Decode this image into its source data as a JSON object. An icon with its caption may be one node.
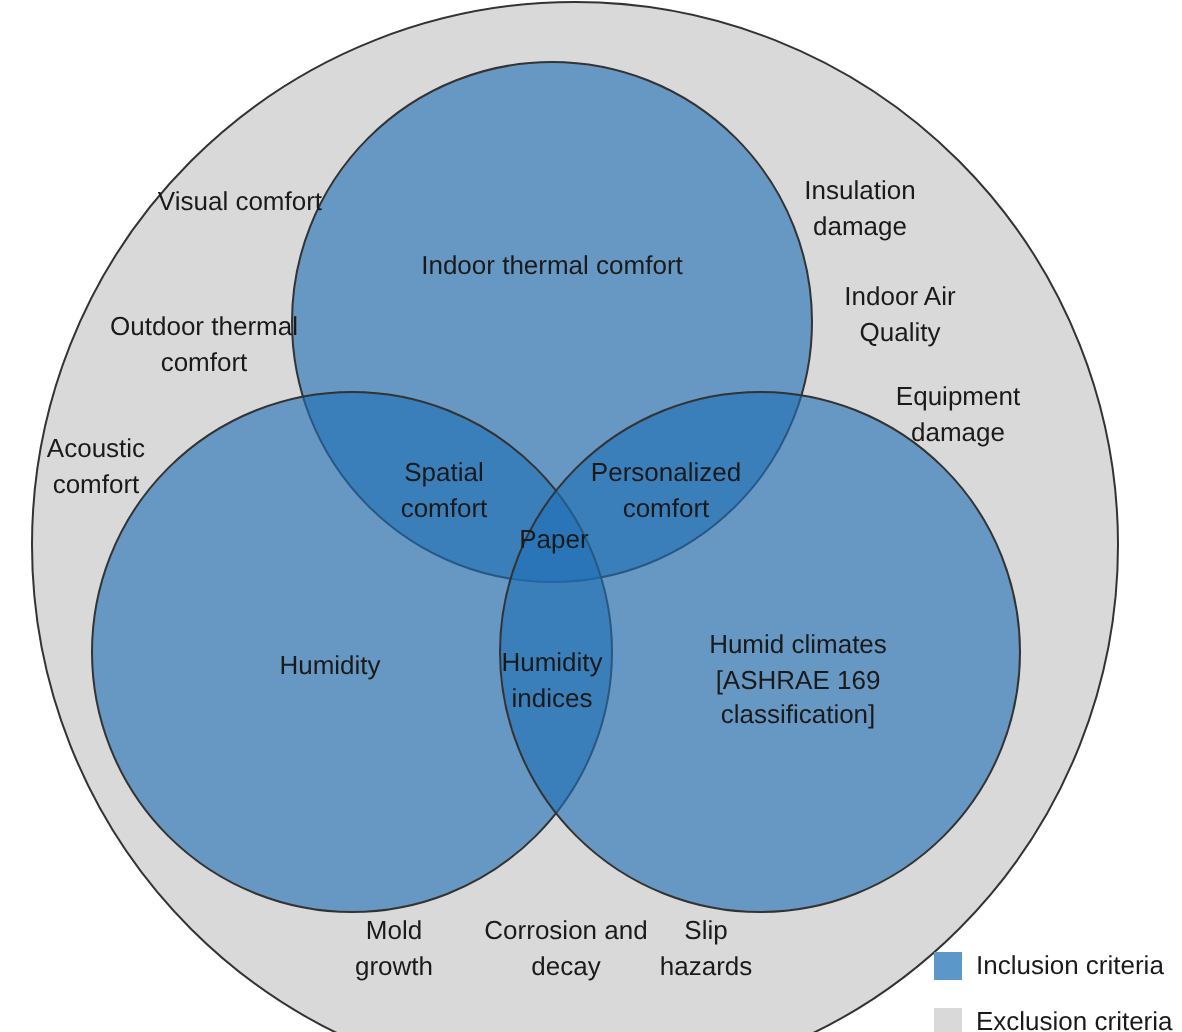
{
  "diagram": {
    "nodes": [
      {
        "text": [],
        "shape": "circle"
      },
      {
        "text": [
          "Indoor thermal comfort"
        ],
        "in": 0
      },
      {
        "text": [
          "Humidity"
        ],
        "in": 0
      },
      {
        "text": [
          "Humid climates [ASHRAE 169 classification]"
        ],
        "in": 0
      }
    ],
    "edges": [],
    "labels": [
      "Visual comfort",
      "Insulation damage",
      "Outdoor thermal comfort",
      "Indoor Air Quality",
      "Equipment damage",
      "Acoustic comfort",
      "Spatial comfort",
      "Personalized comfort",
      "Paper",
      "Humidity indices",
      "Mold growth",
      "Corrosion and decay",
      "Slip hazards"
    ],
    "legend": [
      {
        "text": "Inclusion criteria",
        "color": "#5b97c9"
      },
      {
        "text": "Exclusion criteria",
        "color": "#d9d9d9"
      }
    ]
  }
}
